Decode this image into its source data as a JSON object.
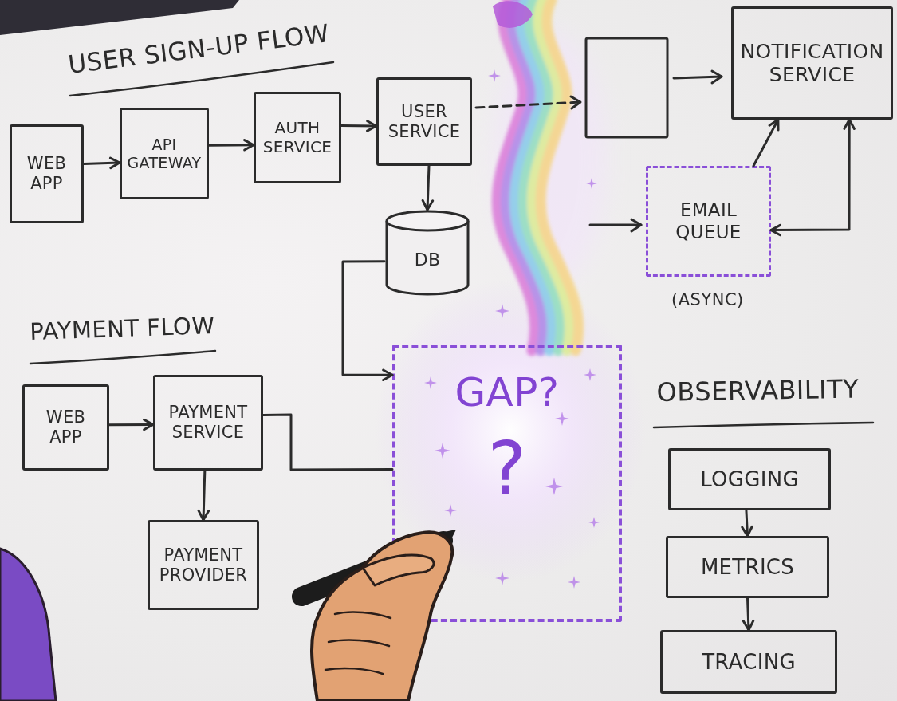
{
  "diagram": {
    "nodes": [
      {
        "text": [
          "WEB APP"
        ]
      },
      {
        "text": [
          "API GATEWAY"
        ]
      },
      {
        "text": [
          "AUTH SERVICE"
        ]
      },
      {
        "text": [
          "USER SERVICE"
        ]
      },
      {
        "text": [
          "NOTIFICATION SERVICE"
        ]
      },
      {
        "text": [
          "DB"
        ]
      },
      {
        "text": [
          "EMAIL QUEUE"
        ]
      },
      {
        "text": [
          "WEB APP"
        ]
      },
      {
        "text": [
          "PAYMENT SERVICE"
        ]
      },
      {
        "text": [
          "PAYMENT PROVIDER"
        ]
      },
      {
        "text": [
          "GAP?",
          "?"
        ]
      },
      {
        "text": [
          "LOGGING"
        ]
      },
      {
        "text": [
          "METRICS"
        ]
      },
      {
        "text": [
          "TRACING"
        ]
      }
    ],
    "edges": [
      {
        "from": 0,
        "to": 1,
        "arrow": "to"
      },
      {
        "from": 1,
        "to": 2,
        "arrow": "to"
      },
      {
        "from": 2,
        "to": 3,
        "arrow": "to"
      },
      {
        "from": 3,
        "to": 5,
        "arrow": "to"
      },
      {
        "from": 6,
        "to": 4,
        "arrow": "to"
      },
      {
        "from": 6,
        "to": 4,
        "arrow": "both"
      },
      {
        "from": 5,
        "to": 10,
        "arrow": "to"
      },
      {
        "from": 7,
        "to": 8,
        "arrow": "to"
      },
      {
        "from": 8,
        "to": 9,
        "arrow": "to"
      },
      {
        "from": 8,
        "to": 10,
        "arrow": "none"
      },
      {
        "from": 11,
        "to": 12,
        "arrow": "to"
      },
      {
        "from": 12,
        "to": 13,
        "arrow": "to"
      }
    ],
    "labels": [
      "USER SIGN-UP FLOW",
      "(ASYNC)",
      "PAYMENT FLOW",
      "OBSERVABILITY"
    ]
  }
}
